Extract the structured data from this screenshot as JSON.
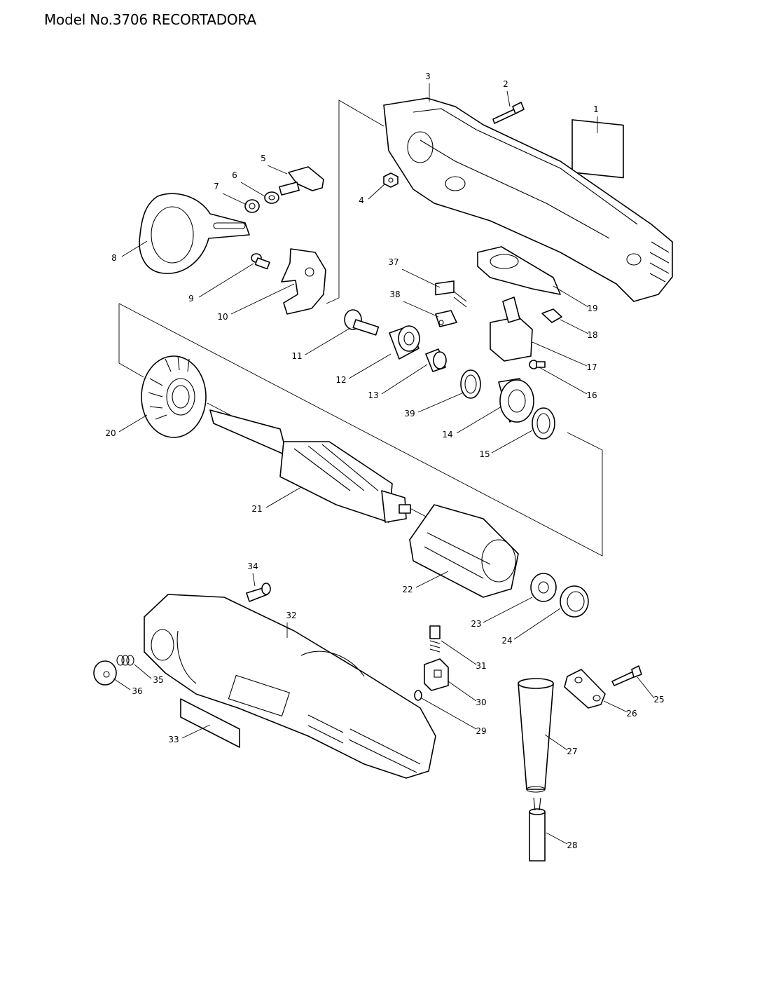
{
  "title": "Model No.3706 RECORTADORA",
  "parts": [
    {
      "no": "1"
    },
    {
      "no": "2"
    },
    {
      "no": "3"
    },
    {
      "no": "4"
    },
    {
      "no": "5"
    },
    {
      "no": "6"
    },
    {
      "no": "7"
    },
    {
      "no": "8"
    },
    {
      "no": "9"
    },
    {
      "no": "10"
    },
    {
      "no": "11"
    },
    {
      "no": "12"
    },
    {
      "no": "13"
    },
    {
      "no": "14"
    },
    {
      "no": "15"
    },
    {
      "no": "16"
    },
    {
      "no": "17"
    },
    {
      "no": "18"
    },
    {
      "no": "19"
    },
    {
      "no": "20"
    },
    {
      "no": "21"
    },
    {
      "no": "22"
    },
    {
      "no": "23"
    },
    {
      "no": "24"
    },
    {
      "no": "25"
    },
    {
      "no": "26"
    },
    {
      "no": "27"
    },
    {
      "no": "28"
    },
    {
      "no": "29"
    },
    {
      "no": "30"
    },
    {
      "no": "31"
    },
    {
      "no": "32"
    },
    {
      "no": "33"
    },
    {
      "no": "34"
    },
    {
      "no": "35"
    },
    {
      "no": "36"
    },
    {
      "no": "37"
    },
    {
      "no": "38"
    },
    {
      "no": "39"
    }
  ]
}
